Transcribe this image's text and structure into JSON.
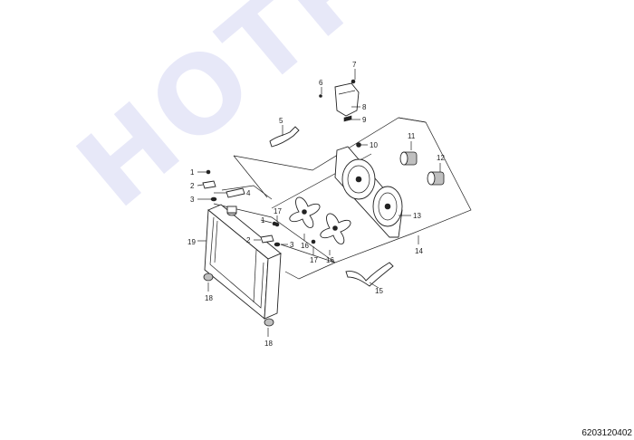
{
  "watermark": "HOTPARTS",
  "drawing_code": "6203120402",
  "callouts": [
    "1",
    "2",
    "3",
    "4",
    "5",
    "6",
    "7",
    "8",
    "9",
    "10",
    "11",
    "12",
    "13",
    "14",
    "15",
    "16",
    "17",
    "18",
    "19"
  ]
}
